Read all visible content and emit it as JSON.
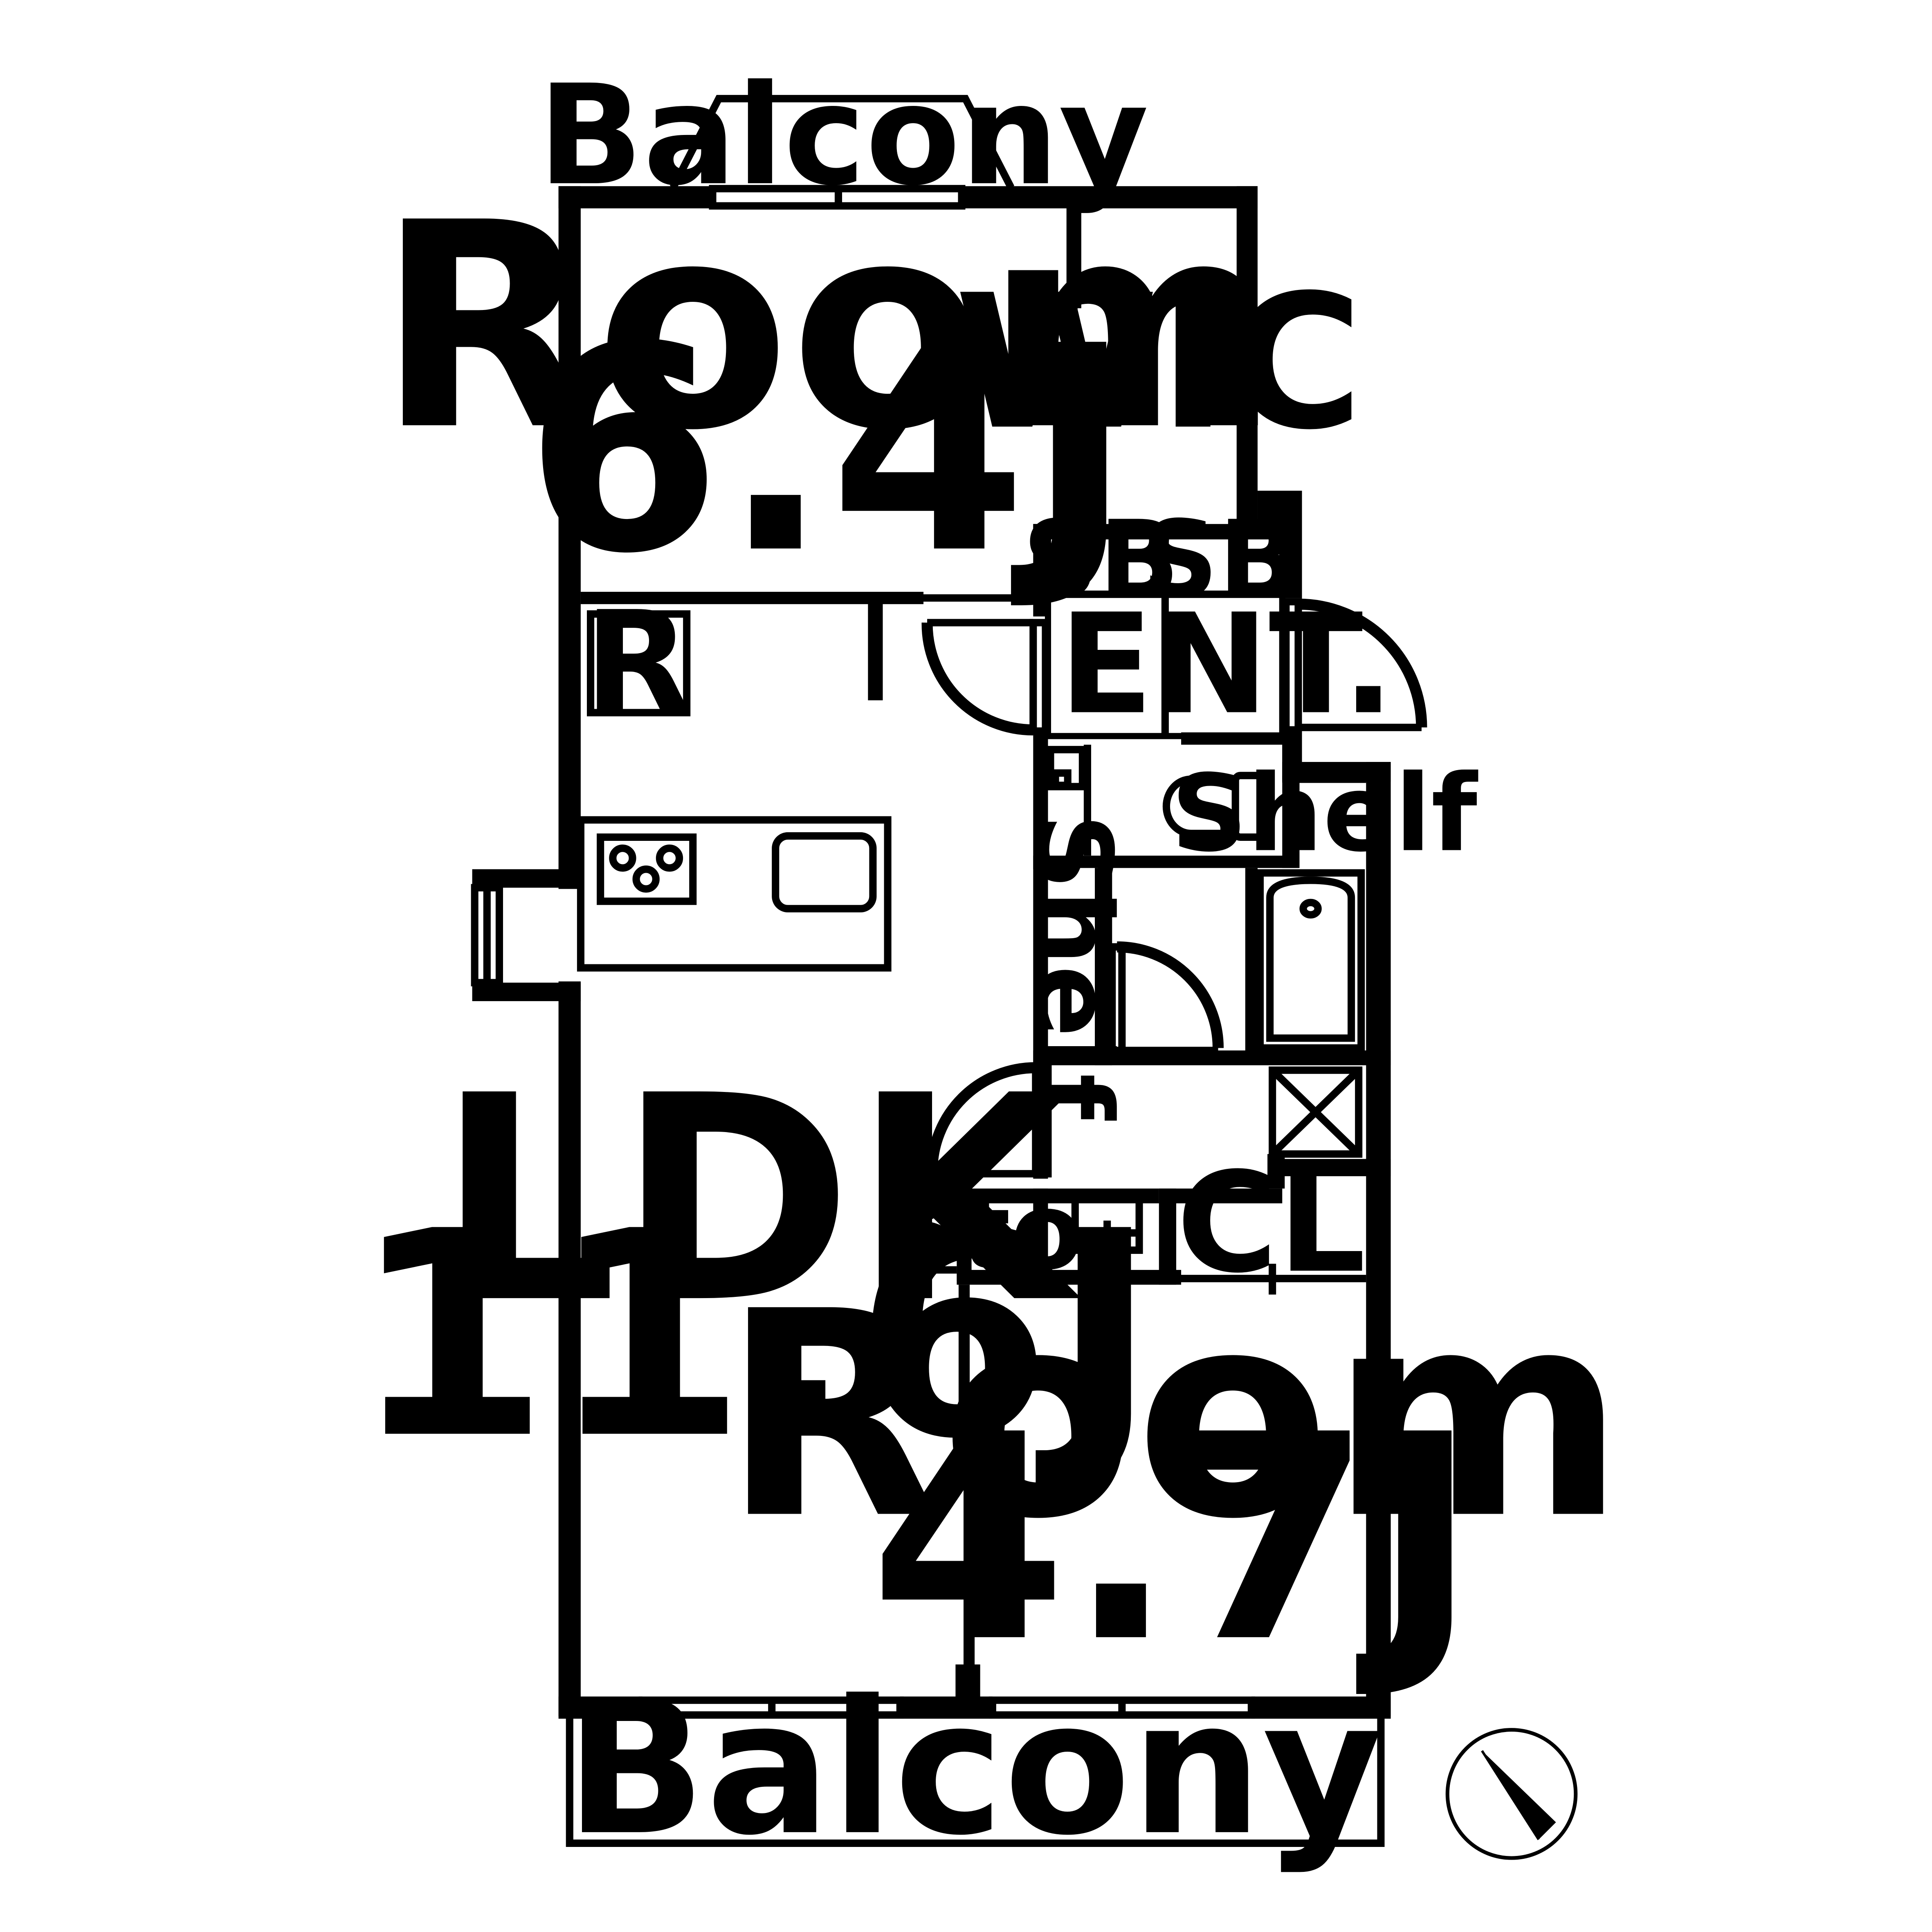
{
  "rooms": {
    "room_north": {
      "name": "Room",
      "size": "6.4J"
    },
    "wic": "WIC",
    "ldk": {
      "name": "LDK",
      "size": "11.6J"
    },
    "room_south": {
      "name": "Room",
      "size": "4.7J"
    },
    "entrance": "ENT.",
    "shoe_box_1": "SB",
    "shoe_box_2": "SB",
    "shelf_toilet": "Shelf",
    "shelf_hall": "Shelf",
    "storage": "Sto.",
    "closet": "CL",
    "refrigerator": "R",
    "balcony_north": "Balcony",
    "balcony_south": "Balcony"
  },
  "compass": {
    "icon": "north-arrow-icon"
  },
  "colors": {
    "line": "#000000",
    "background": "#ffffff"
  }
}
